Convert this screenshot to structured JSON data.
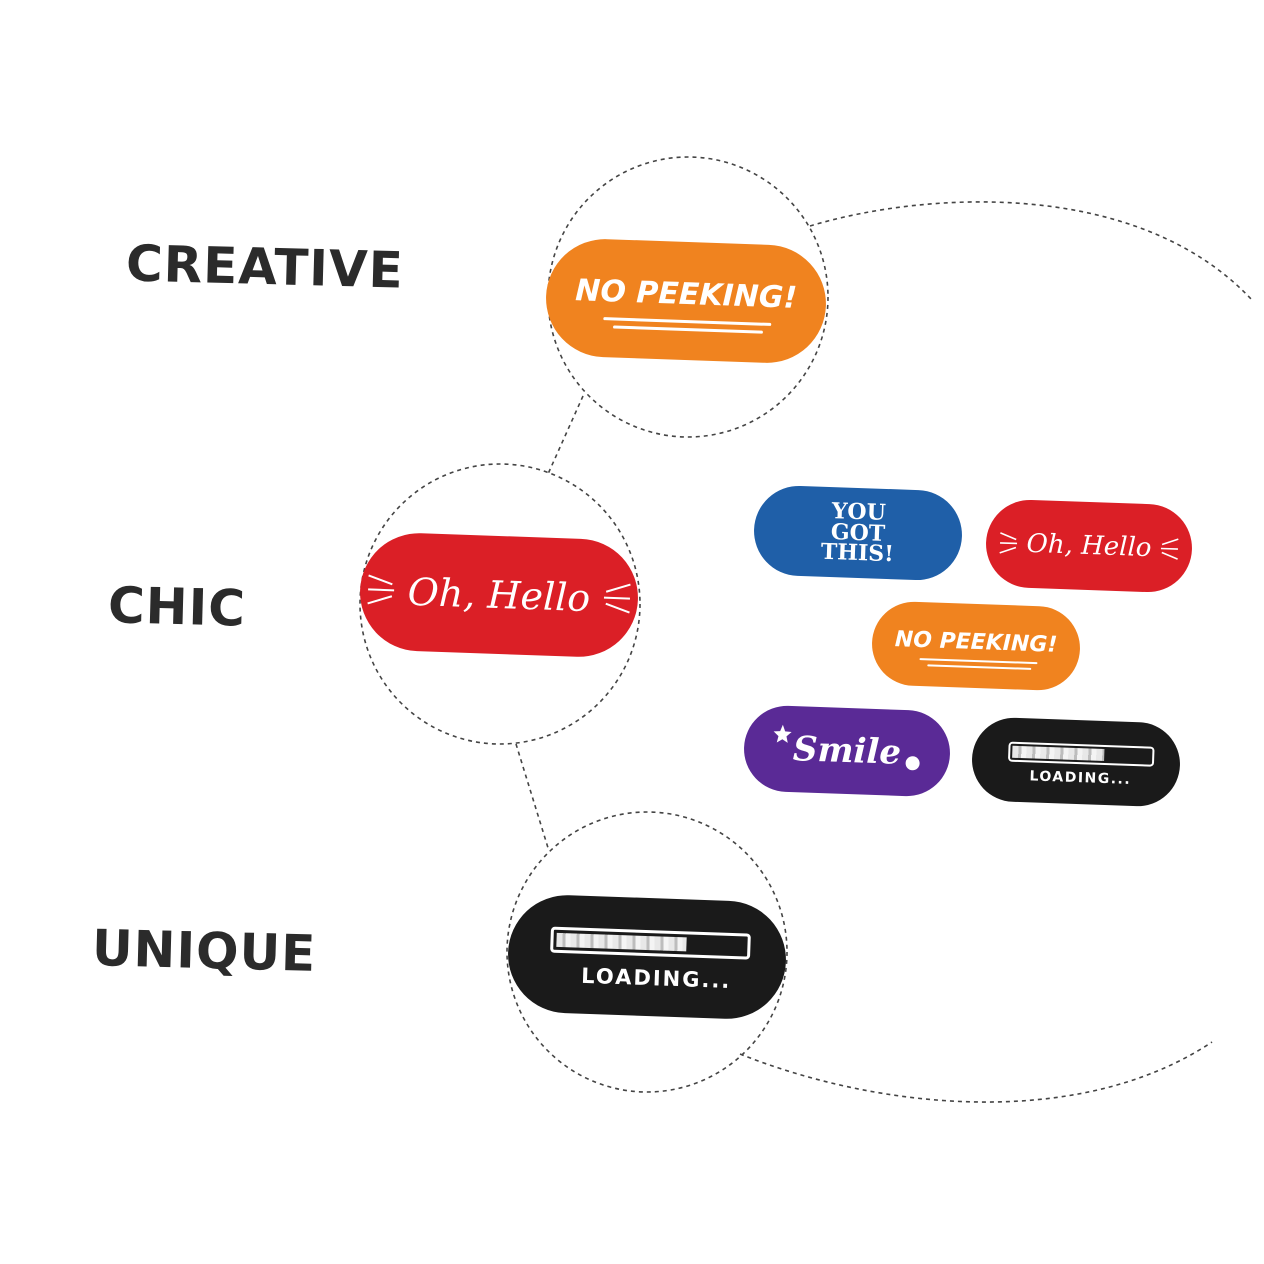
{
  "labels": {
    "creative": "CREATIVE",
    "chic": "CHIC",
    "unique": "UNIQUE"
  },
  "covers": {
    "no_peeking": {
      "text": "NO PEEKING!",
      "color": "#f0831f"
    },
    "oh_hello": {
      "text": "Oh, Hello",
      "color": "#db1f26"
    },
    "loading": {
      "text": "LOADING...",
      "color": "#1a1a1a"
    },
    "you_got_this": {
      "text": "YOU GOT THIS!",
      "color": "#1f5fa8"
    },
    "smile": {
      "text": "Smile",
      "color": "#5a2a96"
    }
  }
}
